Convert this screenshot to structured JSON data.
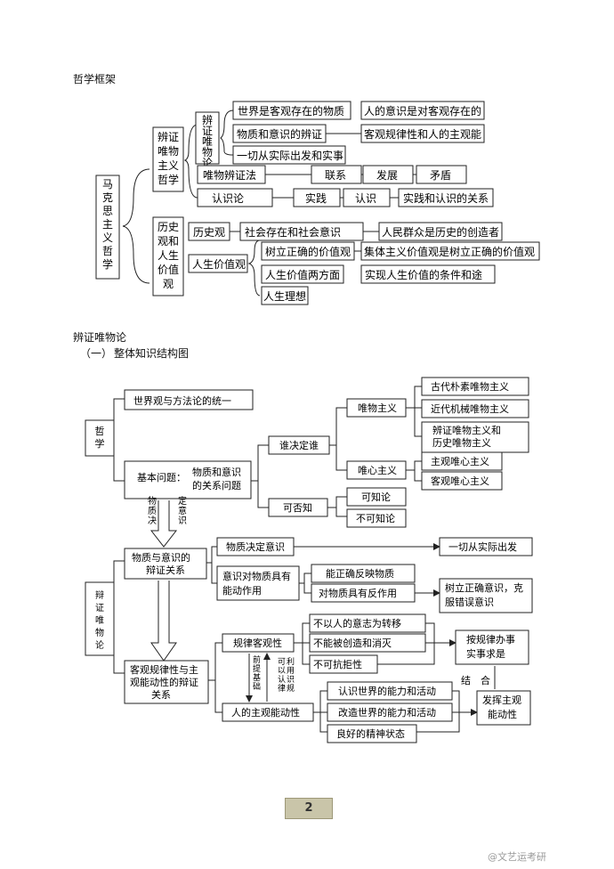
{
  "headings": {
    "framework": "哲学框架",
    "section": "辨证唯物论",
    "sub_num": "（一）",
    "sub_title": "整体知识结构图"
  },
  "top": {
    "root": [
      "马",
      "克",
      "思",
      "主",
      "义",
      "哲",
      "学"
    ],
    "dm_lines": [
      "辨证",
      "唯物",
      "主义",
      "哲学"
    ],
    "wuwu_lines": [
      "辨",
      "证",
      "唯",
      "物",
      "论"
    ],
    "shijie": "世界是客观存在的物质",
    "renyishi": "人的意识是对客观存在的",
    "wuzhi": "物质和意识的辨证",
    "keguan": "客观规律性和人的主观能",
    "yiqie": "一切从实际出发和实事",
    "bianzhengfa": "唯物辨证法",
    "lianxi": "联系",
    "fazhan": "发展",
    "maodun": "矛盾",
    "renshilun": "认识论",
    "shijian": "实践",
    "renshi": "认识",
    "sjrs": "实践和认识的关系",
    "lishi_lines": [
      "历史",
      "观和",
      "人生",
      "价值",
      "观"
    ],
    "lishiguan": "历史观",
    "shehui": "社会存在和社会意识",
    "renmin": "人民群众是历史的创造者",
    "jiazhiguan": "人生价值观",
    "shuli": "树立正确的价值观",
    "jiti": "集体主义价值观是树立正确的价值观",
    "liangfangmian": "人生价值两方面",
    "shixian": "实现人生价值的条件和途",
    "lixiang": "人生理想"
  },
  "bottom": {
    "zhexue_lines": [
      "哲",
      "学"
    ],
    "tongyi": "世界观与方法论的统一",
    "jbwt_label": "基本问题：",
    "jbwt_lines": [
      "物质和意识",
      "的关系问题"
    ],
    "shui": "谁决定谁",
    "kefouzhi": "可否知",
    "weiwu": "唯物主义",
    "weixin": "唯心主义",
    "gudai": "古代朴素唯物主义",
    "jindai": "近代机械唯物主义",
    "bianzheng_lines": [
      "辨证唯物主义和",
      "历史唯物主义"
    ],
    "zhuguan": "主观唯心主义",
    "keguanwx": "客观唯心主义",
    "kezhi": "可知论",
    "bukezhi": "不可知论",
    "arrow_left": [
      "物",
      "质",
      "决"
    ],
    "arrow_right": [
      "定",
      "意",
      "识"
    ],
    "bzwwl_lines": [
      "辩",
      "证",
      "唯",
      "物",
      "论"
    ],
    "wybz_lines": [
      "物质与意识的",
      "辩证关系"
    ],
    "wzjd": "物质决定意识",
    "yqsj": "一切从实际出发",
    "ysnd_lines": [
      "意识对物质具有",
      "能动作用"
    ],
    "nzq": "能正确反映物质",
    "fzy": "对物质具有反作用",
    "shuli_lines": [
      "树立正确意识，克",
      "服错误意识"
    ],
    "kgzd_lines": [
      "客观规律性与主",
      "观能动性的辩证",
      "关系"
    ],
    "gl": "规律客观性",
    "ndx": "人的主观能动性",
    "buyi": "不以人的意志为转移",
    "bunen": "不能被创造和消灭",
    "bukeju": "不可抗拒性",
    "anguilv_lines": [
      "按规律办事",
      "实事求是"
    ],
    "jiehe": "结　合",
    "rsnl": "认识世界的能力和活动",
    "gznl": "改造世界的能力和活动",
    "jingshen": "良好的精神状态",
    "fahui_lines": [
      "发挥主观",
      "能动性"
    ],
    "qiantijichu": [
      "前",
      "提",
      "基",
      "础"
    ],
    "keli": [
      [
        "可",
        "以",
        "认",
        "律"
      ],
      [
        "利",
        "用",
        "识",
        "规"
      ]
    ]
  },
  "page_number": "2",
  "watermark": "@文艺运考研"
}
